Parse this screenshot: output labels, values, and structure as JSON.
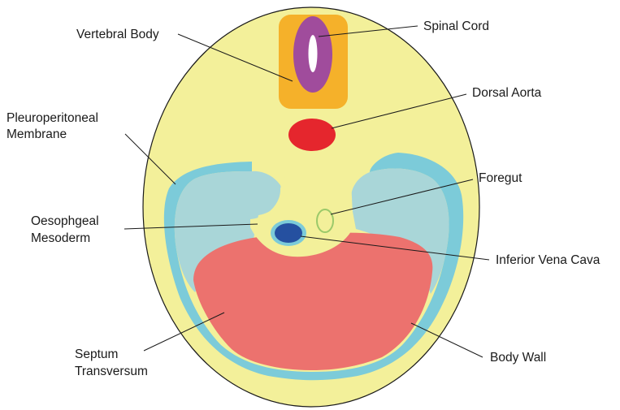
{
  "labels": {
    "vertebral_body": "Vertebral Body",
    "spinal_cord": "Spinal Cord",
    "dorsal_aorta": "Dorsal Aorta",
    "pleuroperitoneal_membrane": [
      "Pleuroperitoneal",
      "Membrane"
    ],
    "foregut": "Foregut",
    "oesophageal_mesoderm": [
      "Oesophgeal",
      "Mesoderm"
    ],
    "inferior_vena_cava": "Inferior Vena Cava",
    "septum_transversum": [
      "Septum",
      "Transversum"
    ],
    "body_wall": "Body Wall"
  },
  "colors": {
    "body": "#f3f09a",
    "vertebral_body": "#f5b12a",
    "spinal_cord": "#a04c9c",
    "dorsal_aorta": "#e5262d",
    "pleural_cavity": "#a9d6d8",
    "body_wall_lining": "#7ccbd9",
    "septum_transversum": "#ec726e",
    "foregut": "#9bc96a",
    "inferior_vena_cava": "#2550a0"
  }
}
